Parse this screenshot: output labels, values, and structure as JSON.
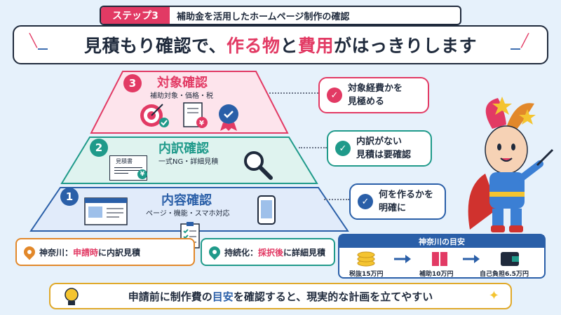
{
  "header": {
    "step_badge": "ステップ3",
    "step_title": "補助金を活用したホームページ制作の確認",
    "headline_part1": "見積もり確認で、",
    "headline_part2": "作る物",
    "headline_part3": "と",
    "headline_part4": "費用",
    "headline_part5": "がはっきりします"
  },
  "tiers": [
    {
      "number": "3",
      "title": "対象確認",
      "subtitle": "補助対象・価格・税",
      "color": "#e23a64",
      "callout": "対象経費かを\n見極める"
    },
    {
      "number": "2",
      "title": "内訳確認",
      "subtitle": "一式NG・詳細見積",
      "color": "#1f9a8a",
      "doc_label": "見積書",
      "callout": "内訳がない\n見積は要確認"
    },
    {
      "number": "1",
      "title": "内容確認",
      "subtitle": "ページ・機能・スマホ対応",
      "color": "#2a5fa8",
      "callout": "何を作るかを\n明確に"
    }
  ],
  "icons": {
    "target": "target-icon",
    "doc_yen": "document-yen-icon",
    "badge": "certificate-badge-icon",
    "estimate": "estimate-document-icon",
    "magnifier": "magnifier-icon",
    "browser": "browser-window-icon",
    "phone": "smartphone-icon",
    "checklist": "checklist-icon",
    "lightbulb": "lightbulb-icon",
    "pin": "location-pin-icon",
    "mascot": "mascot-character"
  },
  "info_kanagawa": {
    "prefix": "神奈川：",
    "highlight": "申請時",
    "suffix": "に内訳見積",
    "color": "#e2882a"
  },
  "info_jizoku": {
    "prefix": "持続化：",
    "highlight": "採択後",
    "suffix": "に詳細見積",
    "color": "#1f9a8a"
  },
  "kanagawa_guide": {
    "title": "神奈川の目安",
    "items": [
      "税抜15万円",
      "補助10万円",
      "自己負担6.5万円"
    ]
  },
  "bottom": {
    "part1": "申請前に制作費の",
    "part2": "目安",
    "part3": "を確認すると、現実的な計画を立てやすい"
  }
}
